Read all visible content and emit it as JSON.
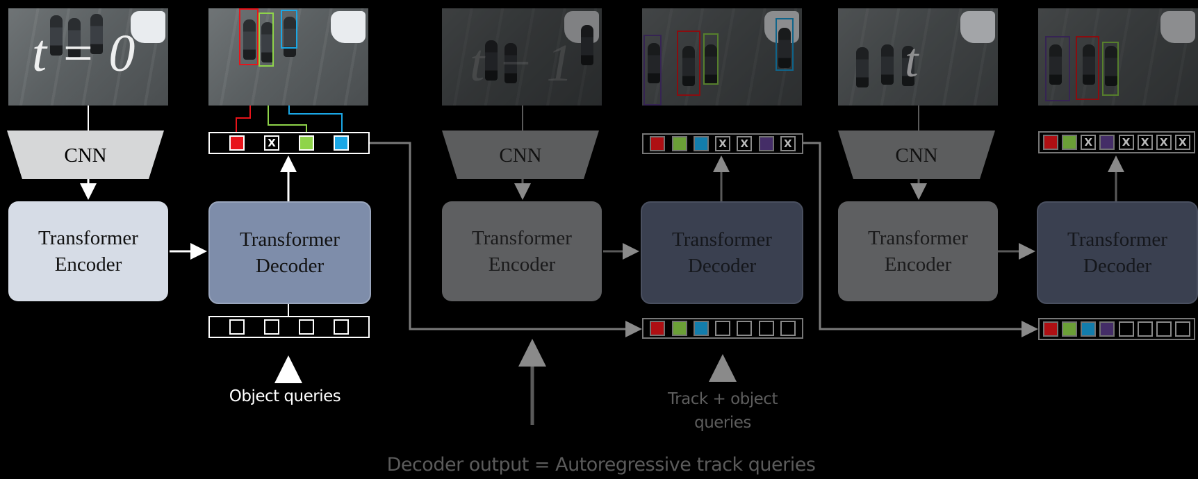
{
  "colors": {
    "red": "#e8141a",
    "green": "#8fd44a",
    "blue": "#1aa7e6",
    "purple": "#5b3c8a",
    "background": "#000000"
  },
  "time_labels": [
    "t = 0",
    "t − 1",
    "t"
  ],
  "cnn_label": "CNN",
  "encoder_label": [
    "Transformer",
    "Encoder"
  ],
  "decoder_label": [
    "Transformer",
    "Decoder"
  ],
  "slot_x_mark": "X",
  "captions": {
    "object_queries": "Object queries",
    "track_object_queries_line1": "Track + object",
    "track_object_queries_line2": "queries",
    "decoder_output": "Decoder output = Autoregressive track queries"
  },
  "steps": [
    {
      "name": "t0",
      "output_slots": [
        "red",
        "x",
        "green",
        "blue"
      ],
      "input_slots": [
        "empty",
        "empty",
        "empty",
        "empty"
      ]
    },
    {
      "name": "t-1",
      "output_slots": [
        "red",
        "green",
        "blue",
        "x",
        "x",
        "purple",
        "x"
      ],
      "input_slots": [
        "red",
        "green",
        "blue",
        "empty",
        "empty",
        "empty",
        "empty"
      ]
    },
    {
      "name": "t",
      "output_slots": [
        "red",
        "green",
        "x",
        "purple",
        "x",
        "x",
        "x",
        "x"
      ],
      "input_slots": [
        "red",
        "green",
        "blue",
        "purple",
        "empty",
        "empty",
        "empty",
        "empty"
      ]
    }
  ]
}
